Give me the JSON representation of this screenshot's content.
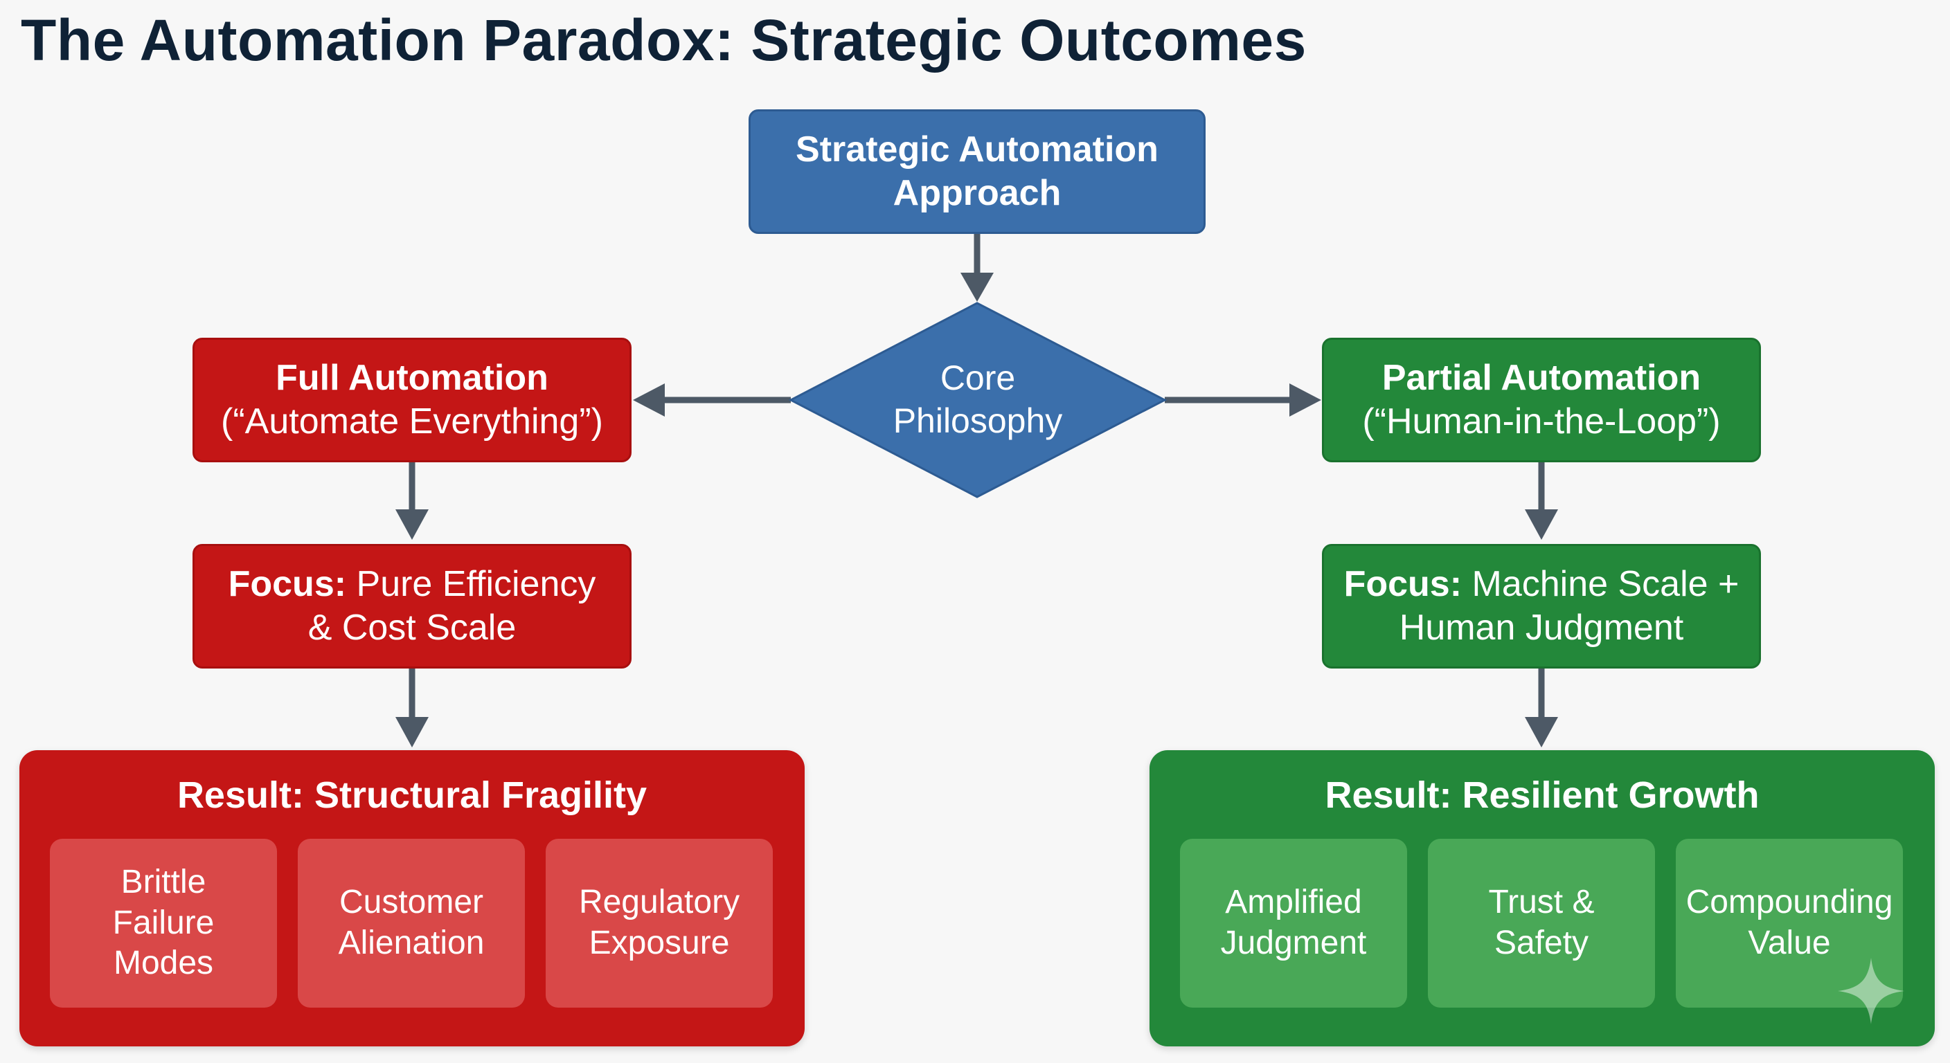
{
  "title": "The Automation Paradox: Strategic Outcomes",
  "colors": {
    "blue": "#3b6fab",
    "red": "#c41616",
    "green": "#23883a",
    "arrow": "#4d5966",
    "title": "#0f2236"
  },
  "top_node": {
    "line1": "Strategic Automation",
    "line2": "Approach"
  },
  "decision": {
    "line1": "Core",
    "line2": "Philosophy"
  },
  "left": {
    "approach": {
      "title": "Full Automation",
      "subtitle": "(“Automate Everything”)"
    },
    "focus": {
      "label": "Focus:",
      "line1": "Pure Efficiency",
      "line2": "& Cost Scale"
    },
    "result": {
      "title": "Result: Structural Fragility",
      "items": [
        {
          "line1": "Brittle",
          "line2": "Failure",
          "line3": "Modes"
        },
        {
          "line1": "Customer",
          "line2": "Alienation"
        },
        {
          "line1": "Regulatory",
          "line2": "Exposure"
        }
      ]
    }
  },
  "right": {
    "approach": {
      "title": "Partial Automation",
      "subtitle": "(“Human-in-the-Loop”)"
    },
    "focus": {
      "label": "Focus:",
      "line1": "Machine Scale +",
      "line2": "Human Judgment"
    },
    "result": {
      "title": "Result: Resilient Growth",
      "items": [
        {
          "line1": "Amplified",
          "line2": "Judgment"
        },
        {
          "line1": "Trust &",
          "line2": "Safety"
        },
        {
          "line1": "Compounding",
          "line2": "Value"
        }
      ]
    }
  },
  "icons": {
    "watermark": "sparkle-icon"
  }
}
